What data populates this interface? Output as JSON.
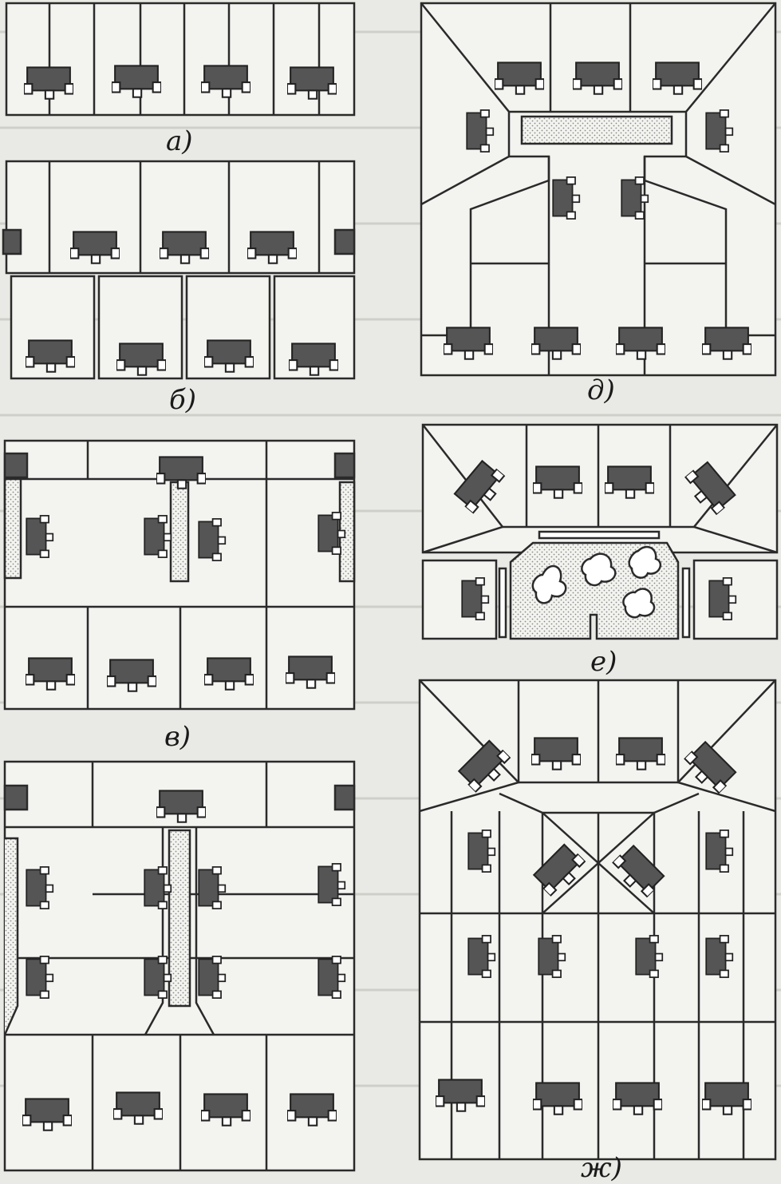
{
  "figure": {
    "panels": [
      {
        "id": "a",
        "label": "а)"
      },
      {
        "id": "b",
        "label": "б)"
      },
      {
        "id": "v",
        "label": "в)"
      },
      {
        "id": "g",
        "label": ""
      },
      {
        "id": "d",
        "label": "д)"
      },
      {
        "id": "e",
        "label": "е)"
      },
      {
        "id": "zh",
        "label": "ж)"
      }
    ],
    "colors": {
      "paper": "#e9e9e5",
      "ink": "#2a2a2a",
      "house": "#555555",
      "dots": "#8a8a8a"
    }
  }
}
